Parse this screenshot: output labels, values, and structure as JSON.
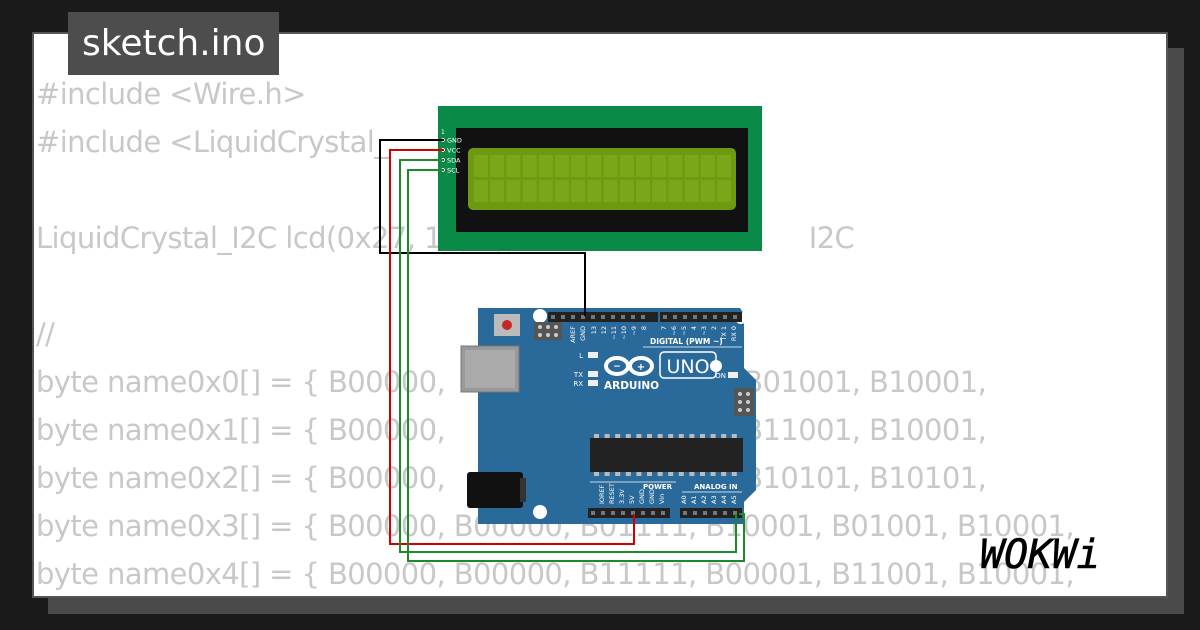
{
  "header": {
    "title": "sketch.ino"
  },
  "code_lines": [
    "#include <Wire.h>",
    "#include <LiquidCrystal_",
    "",
    "LiquidCrystal_I2C lcd(0x27, 16, 2); //                               I2C",
    "",
    "//",
    "byte name0x0[] = { B00000,                    B10001, B01001, B10001,",
    "byte name0x1[] = { B00000,                    B00001, B11001, B10001,",
    "byte name0x2[] = { B00000,                    B10001, B10101, B10101,",
    "byte name0x3[] = { B00000, B00000, B01111, B10001, B01001, B10001,",
    "byte name0x4[] = { B00000, B00000, B11111, B00001, B11001, B10001,"
  ],
  "lcd": {
    "pin_labels": [
      "GND",
      "VCC",
      "SDA",
      "SCL"
    ],
    "pin1_label": "1",
    "pcb_color": "#0a8a47",
    "screen_color": "#6e9a12"
  },
  "arduino": {
    "model": "UNO",
    "brand": "ARDUINO",
    "digital_label": "DIGITAL (PWM ~)",
    "power_label": "POWER",
    "analog_label": "ANALOG IN",
    "on_label": "ON",
    "led_labels": [
      "L",
      "TX",
      "RX"
    ],
    "top_pin_labels": [
      "AREF",
      "GND",
      "13",
      "12",
      "~11",
      "~10",
      "~9",
      "8",
      "7",
      "~6",
      "~5",
      "4",
      "~3",
      "2",
      "TX 1",
      "RX 0"
    ],
    "power_pin_labels": [
      "IOREF",
      "RESET",
      "3.3V",
      "5V",
      "GND",
      "GND",
      "Vin"
    ],
    "analog_pin_labels": [
      "A0",
      "A1",
      "A2",
      "A3",
      "A4",
      "A5"
    ],
    "board_color": "#2a6a9a"
  },
  "wire_colors": {
    "gnd": "#000000",
    "vcc": "#d00000",
    "sda": "#1a8a2a",
    "scl": "#1a8a2a"
  },
  "logo": {
    "text": "WOKWi",
    "color": "#000000"
  }
}
